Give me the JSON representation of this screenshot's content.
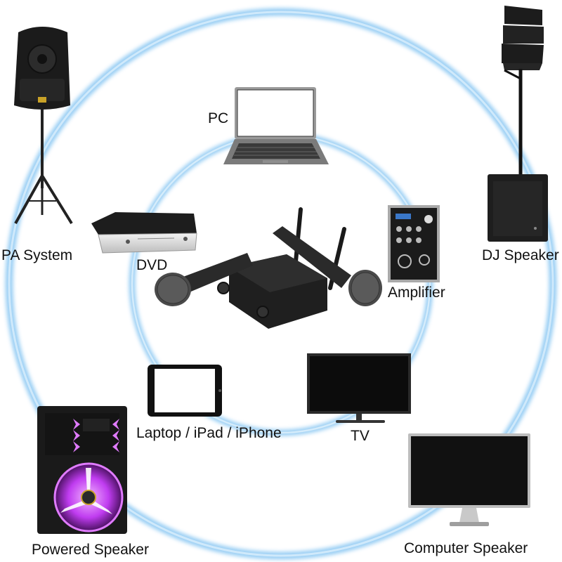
{
  "colors": {
    "ring": "#8ec9f3",
    "device_dark": "#1b1b1b",
    "device_mid": "#3a3a3a",
    "glow": "#d84cff"
  },
  "devices": [
    {
      "id": "pa",
      "label": "PA System",
      "icon": "pa-speaker-on-tripod-icon"
    },
    {
      "id": "pc",
      "label": "PC",
      "icon": "laptop-icon"
    },
    {
      "id": "dj",
      "label": "DJ Speaker",
      "icon": "line-array-speaker-icon"
    },
    {
      "id": "dvd",
      "label": "DVD",
      "icon": "dvd-player-icon"
    },
    {
      "id": "amp",
      "label": "Amplifier",
      "icon": "amplifier-icon"
    },
    {
      "id": "mic",
      "label": "",
      "icon": "wireless-microphone-receiver-icon"
    },
    {
      "id": "tablet",
      "label": "Laptop / iPad / iPhone",
      "icon": "tablet-icon"
    },
    {
      "id": "tv",
      "label": "TV",
      "icon": "tv-icon"
    },
    {
      "id": "powered",
      "label": "Powered Speaker",
      "icon": "powered-speaker-icon"
    },
    {
      "id": "computer",
      "label": "Computer Speaker",
      "icon": "computer-monitor-icon"
    }
  ]
}
